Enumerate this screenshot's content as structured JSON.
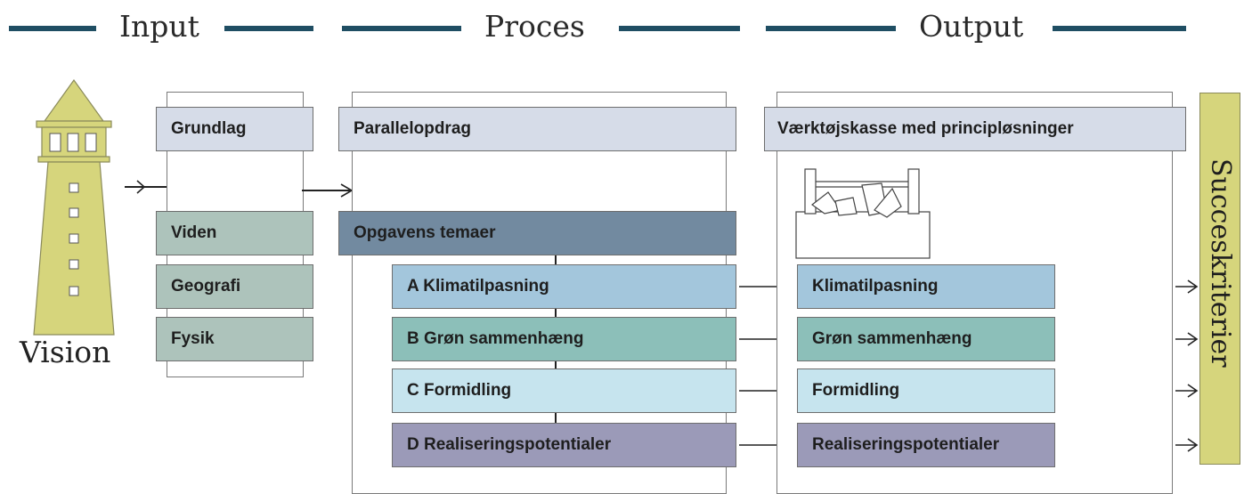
{
  "headers": {
    "input": "Input",
    "process": "Proces",
    "output": "Output"
  },
  "vision": {
    "label": "Vision"
  },
  "input_column": {
    "title": "Grundlag",
    "items": [
      "Viden",
      "Geografi",
      "Fysik"
    ]
  },
  "process_column": {
    "title": "Parallelopdrag",
    "themes_title": "Opgavens temaer",
    "themes": [
      "A Klimatilpasning",
      "B Grøn sammenhæng",
      "C Formidling",
      "D Realiseringspotentialer"
    ]
  },
  "output_column": {
    "title": "Værktøjskasse med principløsninger",
    "items": [
      "Klimatilpasning",
      "Grøn sammenhæng",
      "Formidling",
      "Realiseringspotentialer"
    ]
  },
  "success": {
    "label": "Succeskriterier"
  },
  "icons": {
    "vision": "lighthouse-icon",
    "toolbox": "toolbox-icon",
    "arrow": "arrow-right-icon"
  },
  "colors": {
    "header_line": "#1f4e63",
    "title_box": "#d6dce8",
    "input_item": "#adc3bb",
    "themes_title": "#728aa0",
    "theme_a": "#a3c6dc",
    "theme_b": "#8cbfb9",
    "theme_c": "#c6e4ee",
    "theme_d": "#9b9ab8",
    "lighthouse": "#d6d57c",
    "success": "#d6d57c"
  }
}
